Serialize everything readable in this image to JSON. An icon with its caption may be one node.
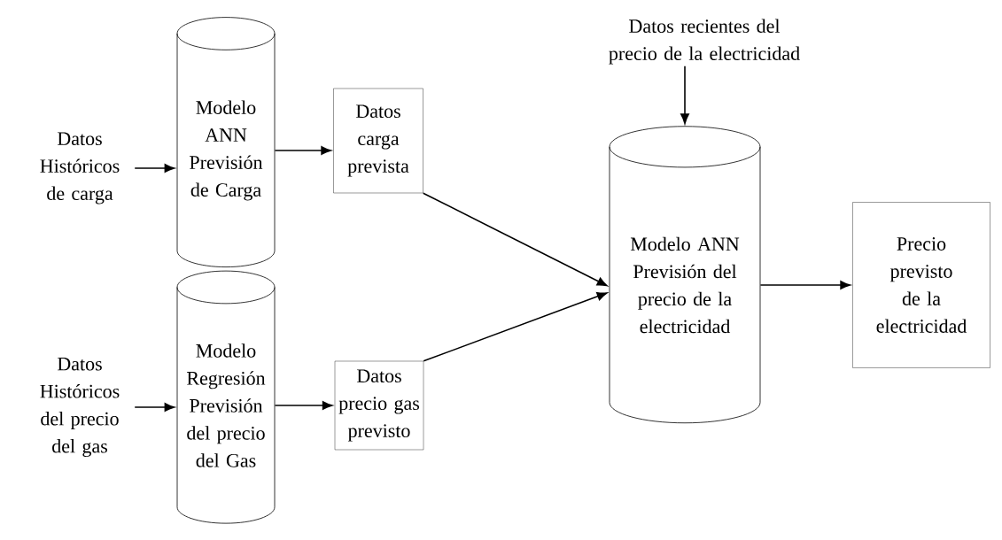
{
  "diagram": {
    "nodes": [
      {
        "text": [
          "Datos Históricos de carga"
        ]
      },
      {
        "text": [
          "Modelo ANN Previsión de Carga"
        ]
      },
      {
        "text": [
          "Datos carga prevista"
        ]
      },
      {
        "text": [
          "Datos Históricos del precio del gas"
        ]
      },
      {
        "text": [
          "Modelo Regresión Previsión del precio del Gas"
        ]
      },
      {
        "text": [
          "Datos precio gas previsto"
        ]
      },
      {
        "text": [
          "Datos recientes del precio de la electricidad"
        ]
      },
      {
        "text": [
          "Modelo ANN Previsión del precio de la electricidad"
        ]
      },
      {
        "text": [
          "Precio previsto de la electricidad"
        ]
      }
    ],
    "edges": [
      {
        "from": 0,
        "to": 1,
        "arrow": "to"
      },
      {
        "from": 1,
        "to": 2,
        "arrow": "to"
      },
      {
        "from": 2,
        "to": 7,
        "arrow": "to"
      },
      {
        "from": 3,
        "to": 4,
        "arrow": "to"
      },
      {
        "from": 4,
        "to": 5,
        "arrow": "to"
      },
      {
        "from": 5,
        "to": 7,
        "arrow": "to"
      },
      {
        "from": 6,
        "to": 7,
        "arrow": "to"
      },
      {
        "from": 7,
        "to": 8,
        "arrow": "to"
      }
    ]
  }
}
